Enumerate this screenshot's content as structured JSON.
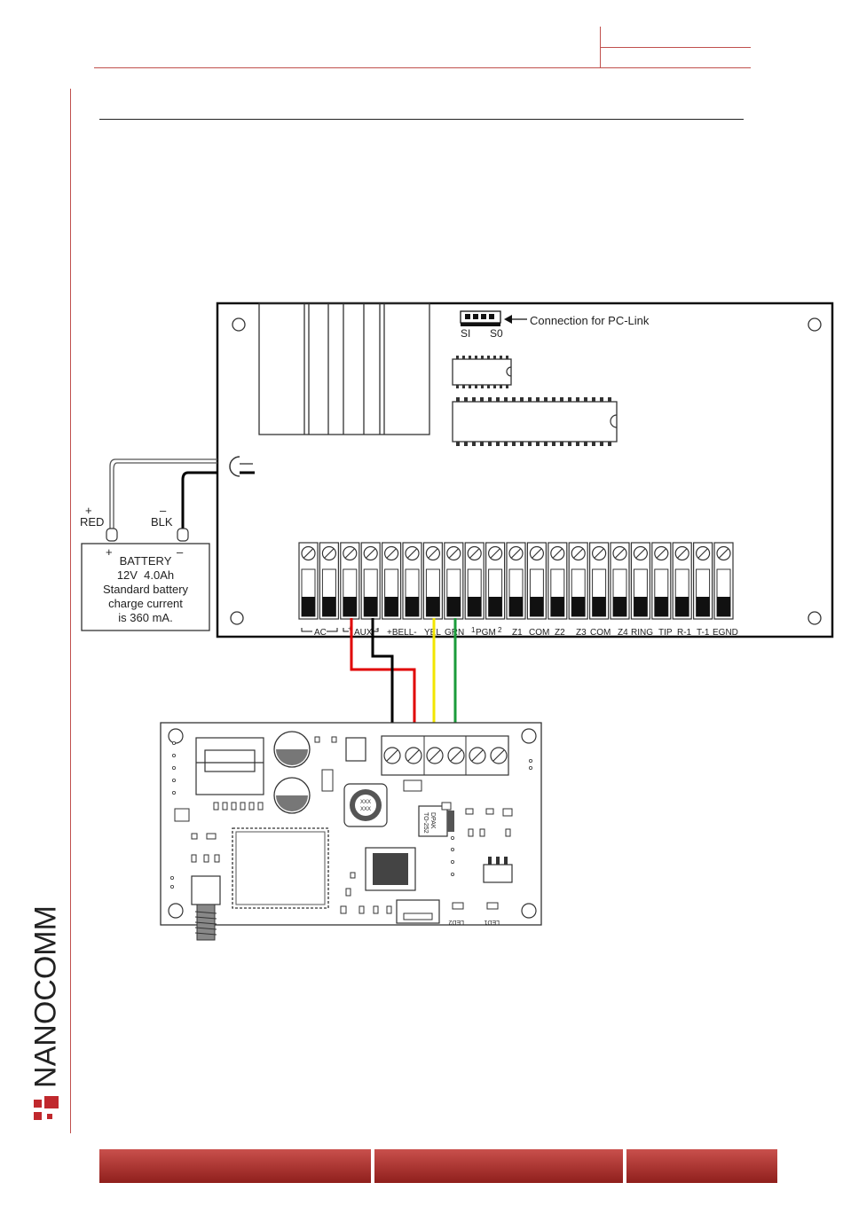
{
  "brand": {
    "name": "NANOCOMM",
    "color": "#c0282d"
  },
  "colors": {
    "rule": "#c0504d",
    "footer": "#b23a36",
    "wire_red": "#e00000",
    "wire_black": "#000000",
    "wire_yellow": "#f2e600",
    "wire_green": "#1a9b3a"
  },
  "panel": {
    "pc_link_label": "Connection for PC-Link",
    "pin_si": "SI",
    "pin_so": "S0",
    "terminal_labels": [
      "AC",
      "+",
      "AUX",
      "-",
      "+BELL-",
      "YEL",
      "GRN",
      "1",
      "PGM",
      "2",
      "Z1",
      "COM",
      "Z2",
      "Z3",
      "COM",
      "Z4",
      "RING",
      "TIP",
      "R-1",
      "T-1",
      "EGND"
    ]
  },
  "battery": {
    "plus_sign": "+",
    "plus_label": "RED",
    "minus_sign": "–",
    "minus_label": "BLK",
    "term_plus": "+",
    "term_minus": "–",
    "lines": [
      "BATTERY",
      "12V  4.0Ah",
      "Standard battery",
      "charge current",
      "is 360 mA."
    ]
  },
  "module": {
    "chip_text": [
      "DPAK",
      "TO-252"
    ],
    "coil_text": "XXX",
    "led1": "LED1",
    "led2": "LED2"
  }
}
